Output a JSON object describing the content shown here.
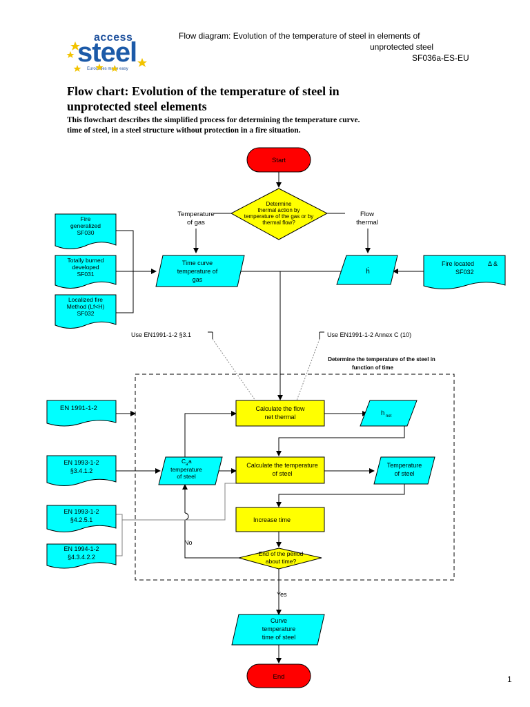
{
  "header": {
    "line1": "Flow diagram: Evolution of the temperature of steel in elements of",
    "line2": "unprotected steel",
    "doc_id": "SF036a-ES-EU"
  },
  "logo": {
    "access": "access",
    "steel": "steel",
    "tagline": "Eurocodes made easy"
  },
  "title": {
    "line1": "Flow chart: Evolution of the temperature of steel in",
    "line2": "unprotected steel elements"
  },
  "description": {
    "line1": "This flowchart describes the simplified process for determining the temperature curve.",
    "line2": "time of steel, in a steel structure without protection in a fire situation."
  },
  "flow": {
    "start": "Start",
    "decision1": [
      "Determine",
      "thermal action by",
      "temperature of the gas or by",
      "thermal flow?"
    ],
    "branch_left": [
      "Temperature",
      "of gas"
    ],
    "branch_right": [
      "Flow",
      "thermal"
    ],
    "doc_fire_generalized": [
      "Fire",
      "generalized",
      "SF030"
    ],
    "doc_totally_burned": [
      "Totally burned",
      "developed",
      "SF031"
    ],
    "doc_localized_fire": [
      "Localized fire",
      "Method (Lf<H)",
      "SF032"
    ],
    "time_curve": [
      "Time curve",
      "temperature of",
      "gas"
    ],
    "flux_symbol": "ḣ",
    "doc_fire_located": [
      "Fire located",
      "SF032"
    ],
    "fire_located_glyph": "Δ &",
    "note_en1991_31": "Use EN1991-1-2 §3.1",
    "note_en1991_annexc": "Use EN1991-1-2 Annex C (10)",
    "region_title": [
      "Determine the temperature of the steel in",
      "function of time"
    ],
    "doc_en1991": "EN 1991-1-2",
    "calc_flow": [
      "Calculate the flow",
      "net thermal"
    ],
    "hnet": [
      "h",
      "net"
    ],
    "doc_en1993_3412": [
      "EN 1993-1-2",
      "§3.4.1.2"
    ],
    "ca_temp": [
      "C",
      "a",
      "a",
      "temperature",
      "of steel"
    ],
    "calc_temp": [
      "Calculate the temperature",
      "of steel"
    ],
    "temp_steel": [
      "Temperature",
      "of steel"
    ],
    "doc_en1993_4251": [
      "EN 1993-1-2",
      "§4.2.5.1"
    ],
    "increase_time": "Increase time",
    "doc_en1994": [
      "EN 1994-1-2",
      "§4.3.4.2.2"
    ],
    "no_label": "No",
    "decision2": [
      "End of the period",
      "about time?"
    ],
    "yes_label": "Yes",
    "curve_out": [
      "Curve",
      "temperature",
      "time of steel"
    ],
    "end": "End"
  },
  "colors": {
    "terminal": "#ff0000",
    "decision": "#ffff00",
    "process": "#ffff00",
    "io": "#00ffff"
  },
  "page_number": "1"
}
